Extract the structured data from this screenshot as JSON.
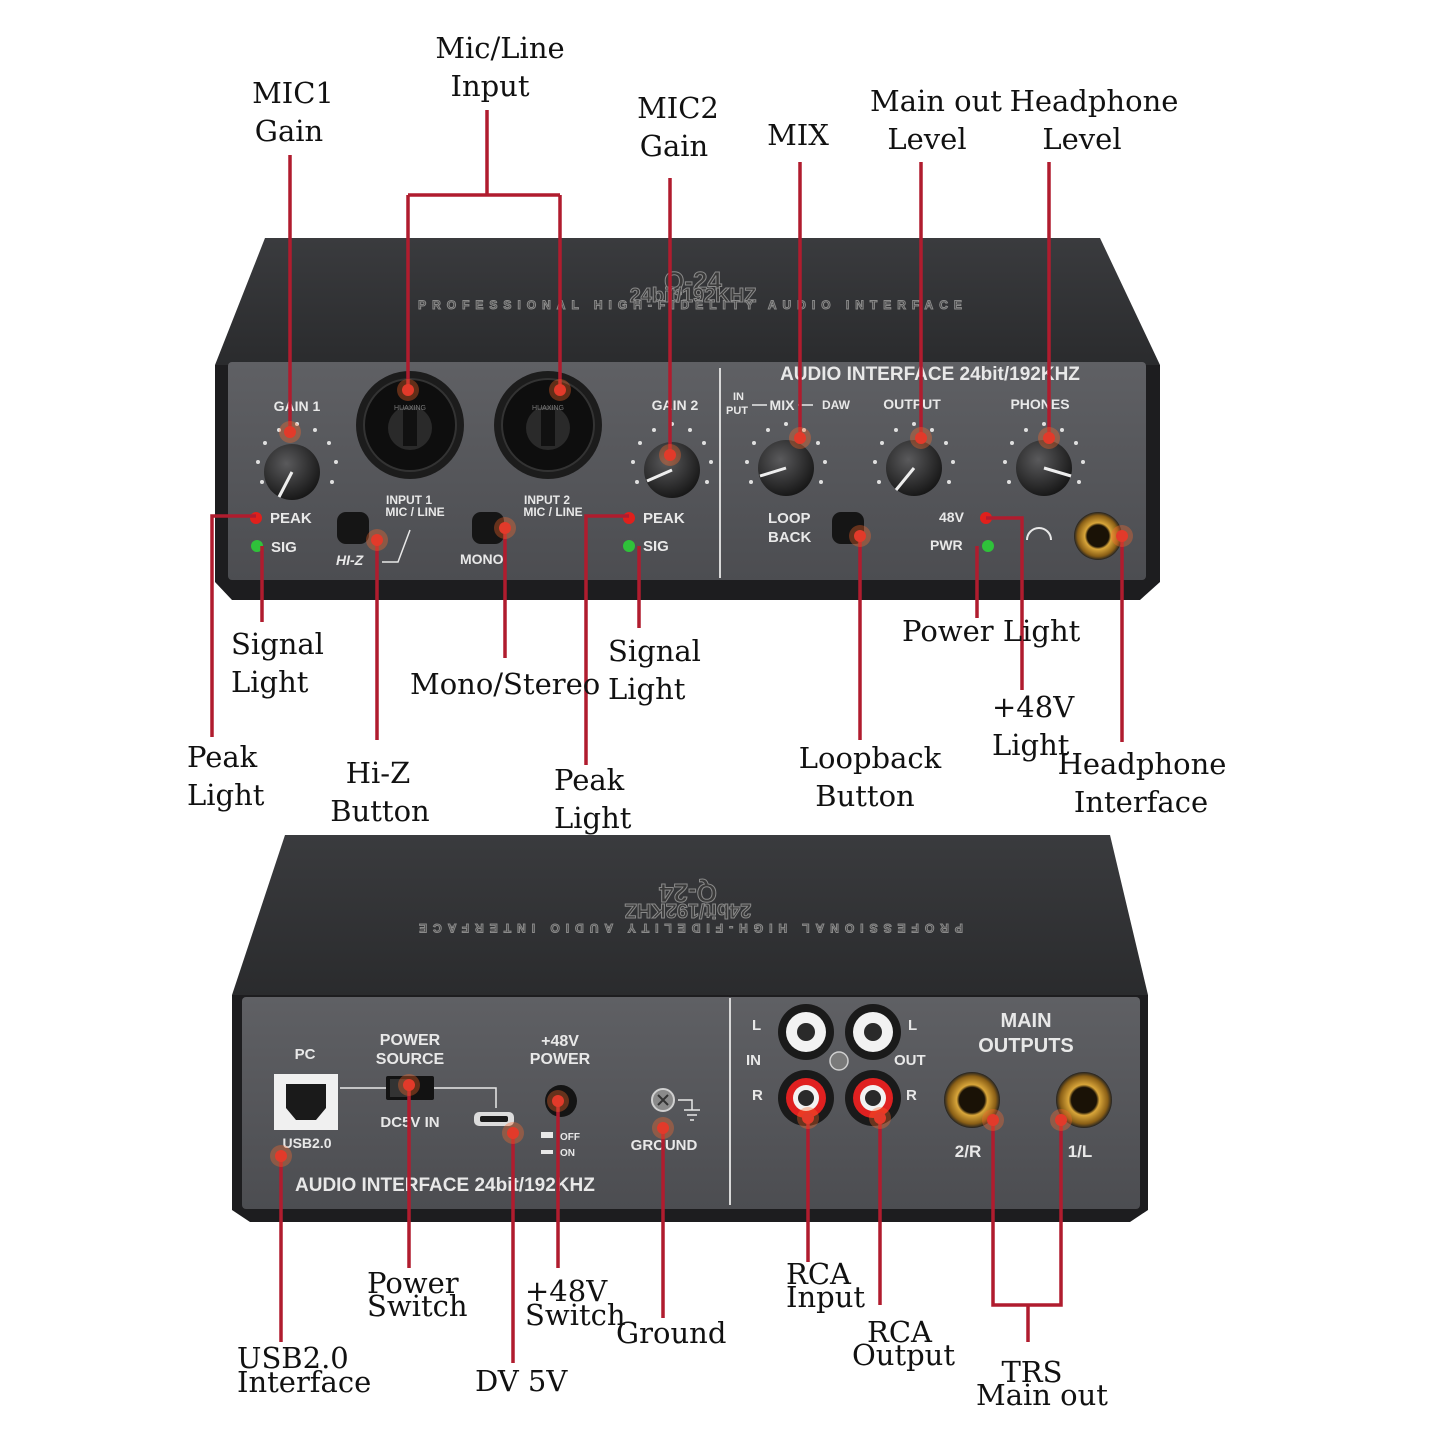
{
  "colors": {
    "leader": "#b01c2e",
    "dot": "#e23a2a",
    "body": "#2c2c2e",
    "panel": "#55565a",
    "peak_led": "#e0201c",
    "sig_led": "#2fc23a"
  },
  "front_panel": {
    "brand": "Q-24",
    "spec": "24bit/192KHZ",
    "tagline": "PROFESSIONAL HIGH-FIDELITY AUDIO INTERFACE",
    "header": "AUDIO INTERFACE 24bit/192KHZ",
    "gain1": "GAIN 1",
    "gain2": "GAIN 2",
    "input1": [
      "INPUT 1",
      "MIC / LINE"
    ],
    "input2": [
      "INPUT 2",
      "MIC / LINE"
    ],
    "peak": "PEAK",
    "sig": "SIG",
    "hiz": "HI-Z",
    "mono": "MONO",
    "mix_in": [
      "IN",
      "PUT"
    ],
    "mix": "MIX",
    "daw": "DAW",
    "output": "OUTPUT",
    "phones": "PHONES",
    "loopback": [
      "LOOP",
      "BACK"
    ],
    "v48": "48V",
    "pwr": "PWR",
    "xlr_brand": "HUAXING"
  },
  "back_panel": {
    "brand": "Q-24",
    "spec": "24bit/192KHZ",
    "tagline": "PROFESSIONAL HIGH-FIDELITY AUDIO INTERFACE",
    "pc": "PC",
    "usb": "USB2.0",
    "power_source": [
      "POWER",
      "SOURCE"
    ],
    "dc5v": "DC5V IN",
    "power48": [
      "+48V",
      "POWER"
    ],
    "off": "OFF",
    "on": "ON",
    "ground": "GROUND",
    "footer": "AUDIO INTERFACE 24bit/192KHZ",
    "l": "L",
    "r": "R",
    "in": "IN",
    "out": "OUT",
    "main_outputs": [
      "MAIN",
      "OUTPUTS"
    ],
    "ch2r": "2/R",
    "ch1l": "1/L"
  },
  "callouts": {
    "mic_line_input": [
      "Mic/Line",
      "Input"
    ],
    "mic1_gain": [
      "MIC1",
      "Gain"
    ],
    "mic2_gain": [
      "MIC2",
      "Gain"
    ],
    "mix": "MIX",
    "main_out_level": [
      "Main out",
      "Level"
    ],
    "headphone_level": [
      "Headphone",
      "Level"
    ],
    "signal_light_1": [
      "Signal",
      "Light"
    ],
    "mono_stereo": "Mono/Stereo",
    "signal_light_2": [
      "Signal",
      "Light"
    ],
    "power_light": "Power Light",
    "v48_light": [
      "+48V",
      "Light"
    ],
    "peak_light_1": [
      "Peak",
      "Light"
    ],
    "hiz_button": [
      "Hi-Z",
      "Button"
    ],
    "peak_light_2": [
      "Peak",
      "Light"
    ],
    "loopback_button": [
      "Loopback",
      "Button"
    ],
    "headphone_interface": [
      "Headphone",
      "Interface"
    ],
    "power_switch": [
      "Power",
      "Switch"
    ],
    "v48_switch": [
      "+48V",
      "Switch"
    ],
    "ground": "Ground",
    "rca_input": [
      "RCA",
      "Input"
    ],
    "rca_output": [
      "RCA",
      "Output"
    ],
    "usb_interface": [
      "USB2.0",
      "Interface"
    ],
    "dv5v": "DV 5V",
    "trs_main_out": [
      "TRS",
      "Main out"
    ]
  }
}
